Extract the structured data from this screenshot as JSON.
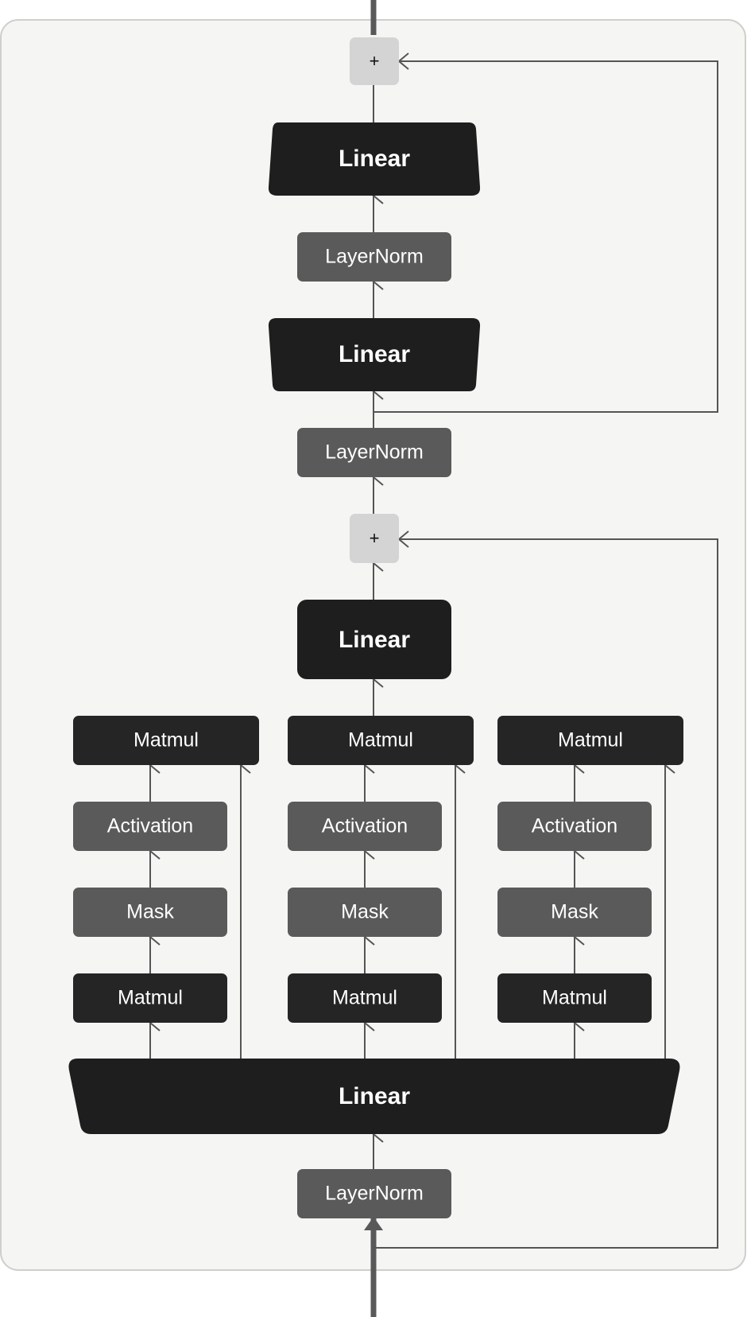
{
  "colors": {
    "panel_bg": "#f5f5f3",
    "panel_border": "#cfcfcc",
    "dark_node": "#1e1e1e",
    "matmul_node": "#252525",
    "gray_node": "#5a5a5a",
    "add_node": "#d4d4d4",
    "line": "#555555",
    "main_path": "#595959",
    "label_light": "#ffffff",
    "label_dark": "#111111"
  },
  "labels": {
    "add_top": "+",
    "linear_top": "Linear",
    "layernorm_top": "LayerNorm",
    "linear_mid": "Linear",
    "layernorm_mid": "LayerNorm",
    "add_mid": "+",
    "linear_attn_out": "Linear",
    "linear_qkv": "Linear",
    "layernorm_bottom": "LayerNorm"
  },
  "heads": [
    {
      "matmul_out": "Matmul",
      "activation": "Activation",
      "mask": "Mask",
      "matmul_in": "Matmul"
    },
    {
      "matmul_out": "Matmul",
      "activation": "Activation",
      "mask": "Mask",
      "matmul_in": "Matmul"
    },
    {
      "matmul_out": "Matmul",
      "activation": "Activation",
      "mask": "Mask",
      "matmul_in": "Matmul"
    }
  ]
}
